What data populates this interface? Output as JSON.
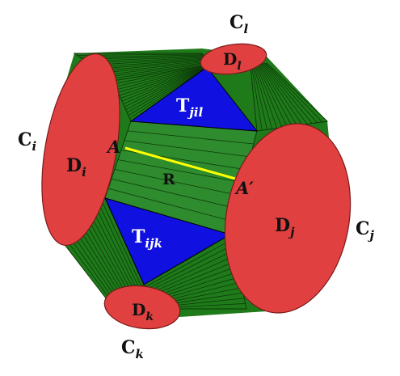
{
  "diagram": {
    "colors": {
      "disk": "#e04040",
      "disk_edge": "#7a1a1a",
      "surface": "#1f7a1a",
      "surface_line": "#0d3b0a",
      "triangle": "#1010e0",
      "rectangle": "#2e8b2e",
      "segment": "#ffff00",
      "text": "#111111"
    },
    "disks": [
      {
        "id": "Di",
        "main": "D",
        "sub": "i"
      },
      {
        "id": "Dj",
        "main": "D",
        "sub": "j"
      },
      {
        "id": "Dk",
        "main": "D",
        "sub": "k"
      },
      {
        "id": "Dl",
        "main": "D",
        "sub": "l"
      }
    ],
    "circles": [
      {
        "id": "Ci",
        "main": "C",
        "sub": "i"
      },
      {
        "id": "Cj",
        "main": "C",
        "sub": "j"
      },
      {
        "id": "Ck",
        "main": "C",
        "sub": "k"
      },
      {
        "id": "Cl",
        "main": "C",
        "sub": "l"
      }
    ],
    "triangles": [
      {
        "id": "Tjil",
        "main": "T",
        "sub": "jil"
      },
      {
        "id": "Tijk",
        "main": "T",
        "sub": "ijk"
      }
    ],
    "region": {
      "label": "R"
    },
    "points": {
      "A": "A",
      "A_prime": "A′"
    }
  }
}
